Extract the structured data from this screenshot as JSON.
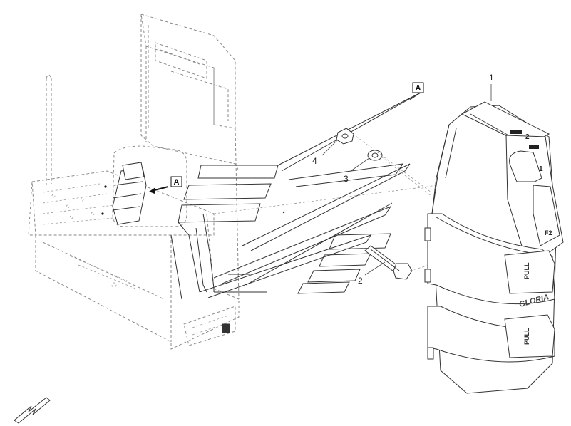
{
  "diagram": {
    "callouts": {
      "part1": "1",
      "part2": "2",
      "part3": "3",
      "part4": "4"
    },
    "view_label": "A",
    "detail_label": "A",
    "extinguisher_brand": "GLORIA",
    "pull_label_upper": "PULL",
    "pull_label_lower": "PULL",
    "cap_number_1": "1",
    "cap_number_2": "2",
    "cap_code": "F2"
  }
}
